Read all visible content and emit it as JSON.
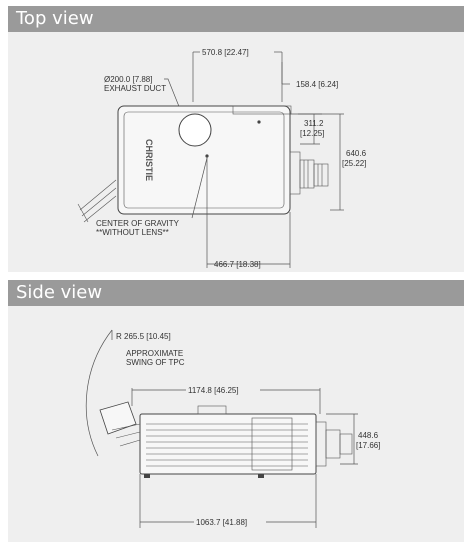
{
  "top_view": {
    "header": "Top view",
    "dim_width_top": "570.8 [22.47]",
    "dim_right_offset": "158.4 [6.24]",
    "duct_diameter": "Ø200.0 [7.88]",
    "duct_label": "EXHAUST DUCT",
    "dim_cog_depth_1": "311.2",
    "dim_cog_depth_2": "[12.25]",
    "dim_total_depth_1": "640.6",
    "dim_total_depth_2": "[25.22]",
    "cog_label_1": "CENTER OF GRAVITY",
    "cog_label_2": "**WITHOUT LENS**",
    "dim_cog_width": "466.7 [18.38]",
    "brand": "CHRISTIE"
  },
  "side_view": {
    "header": "Side view",
    "swing_radius": "R 265.5 [10.45]",
    "swing_label_1": "APPROXIMATE",
    "swing_label_2": "SWING OF TPC",
    "dim_length_top": "1174.8 [46.25]",
    "dim_height_1": "448.6",
    "dim_height_2": "[17.66]",
    "dim_length_bottom": "1063.7 [41.88]"
  },
  "colors": {
    "header_bg": "#9a9a9a",
    "panel_bg": "#efefef",
    "line": "#444444"
  }
}
